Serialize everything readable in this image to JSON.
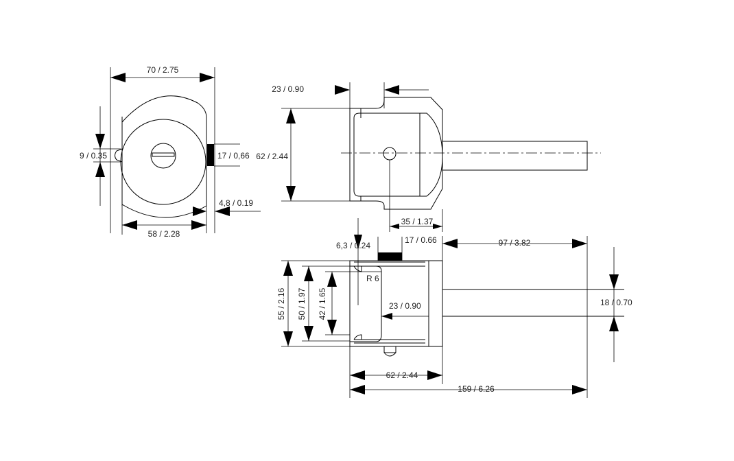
{
  "drawing": {
    "left_view": {
      "width_total": "70 / 2.75",
      "width_body": "58 / 2.28",
      "pin_height": "9 / 0.35",
      "knob_height": "17 / 0,66",
      "knob_depth": "4,8 / 0.19"
    },
    "top_right_view": {
      "offset": "23 / 0.90",
      "height": "62 / 2.44",
      "shaft_length": "35 / 1.37"
    },
    "bottom_right_view": {
      "pin_offset": "6,3 / 0.24",
      "knob_width": "17 / 0.66",
      "shaft_length": "97 / 3.82",
      "radius": "R 6",
      "height_55": "55 / 2.16",
      "height_50": "50 / 1.97",
      "height_42": "42 / 1.65",
      "inner_offset": "23 / 0.90",
      "shaft_diameter": "18 / 0.70",
      "body_length": "62 / 2.44",
      "total_length": "159 / 6.26"
    }
  }
}
